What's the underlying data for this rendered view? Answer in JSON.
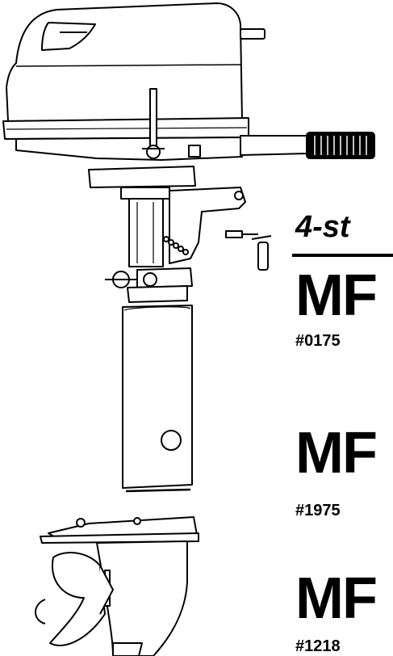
{
  "heading": {
    "subtitle": "4-st"
  },
  "models": [
    {
      "name": "MF",
      "serial": "#0175"
    },
    {
      "name": "MF",
      "serial": "#1975"
    },
    {
      "name": "MF",
      "serial": "#1218"
    }
  ],
  "colors": {
    "ink": "#000000",
    "paper": "#ffffff"
  }
}
